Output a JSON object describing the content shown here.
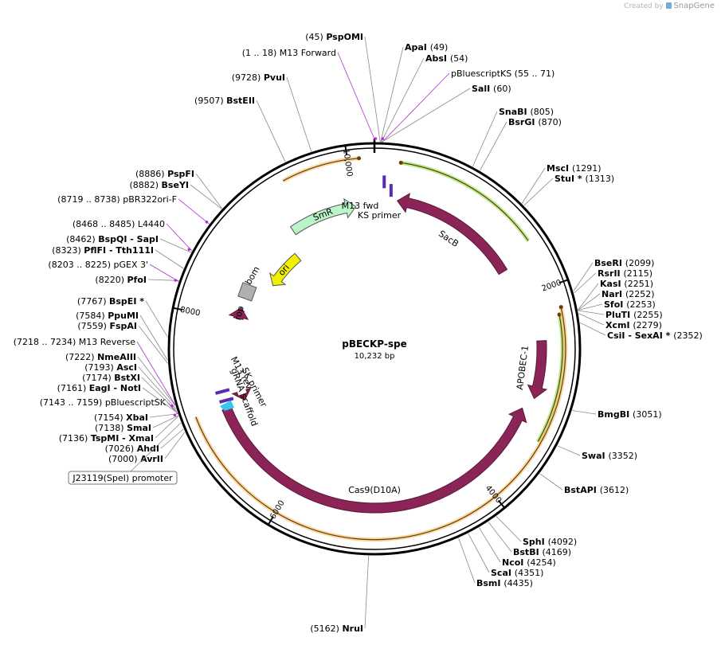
{
  "credit": {
    "prefix": "Created by",
    "brand": "SnapGene"
  },
  "plasmid": {
    "name": "pBECKP-spe",
    "size_label": "10,232 bp",
    "length_bp": 10232
  },
  "colors": {
    "backbone": "#000000",
    "feature_dark": "#8b2557",
    "smr": "#b9f5c8",
    "ori": "#f0f000",
    "bom": "#b0b0b0",
    "primer": "#b030d0",
    "orange_guide": "#f0b75a",
    "green_guide": "#7ddc3a",
    "cyan": "#33c8f0"
  },
  "ticks": [
    {
      "bp": 2000,
      "label": "2000"
    },
    {
      "bp": 4000,
      "label": "4000"
    },
    {
      "bp": 6000,
      "label": "6000"
    },
    {
      "bp": 8000,
      "label": "8000"
    },
    {
      "bp": 10000,
      "label": "10,000"
    }
  ],
  "features": [
    {
      "name": "SacB",
      "start": 250,
      "end": 1680,
      "dir": "ccw",
      "color": "dark",
      "label": "SacB"
    },
    {
      "name": "APOBEC-1",
      "start": 2480,
      "end": 3050,
      "dir": "cw",
      "color": "dark",
      "label": "APOBEC-1"
    },
    {
      "name": "Cas9(D10A)",
      "start": 3180,
      "end": 7050,
      "dir": "ccw",
      "color": "dark",
      "label": "Cas9(D10A)"
    },
    {
      "name": "gRNA scaffold",
      "start": 7060,
      "end": 7130,
      "dir": "ccw",
      "color": "dark",
      "label": "gRNA scaffold"
    },
    {
      "name": "rop",
      "start": 8030,
      "end": 8160,
      "dir": "cw",
      "color": "dark",
      "label": "rop"
    },
    {
      "name": "bom",
      "start": 8300,
      "end": 8420,
      "dir": "none",
      "color": "bom",
      "label": "bom"
    },
    {
      "name": "ori",
      "start": 8580,
      "end": 9100,
      "dir": "ccw",
      "color": "ori",
      "label": "ori"
    },
    {
      "name": "SmR",
      "start": 9250,
      "end": 10020,
      "dir": "cw",
      "color": "smr",
      "label": "SmR"
    }
  ],
  "guides": [
    {
      "start": 9420,
      "end": 10100,
      "dir": "cw",
      "color": "orange"
    },
    {
      "start": 230,
      "end": 1560,
      "dir": "ccw",
      "color": "green"
    },
    {
      "start": 2260,
      "end": 3400,
      "dir": "ccw",
      "color": "green"
    },
    {
      "start": 2200,
      "end": 7080,
      "dir": "ccw",
      "color": "orange"
    }
  ],
  "primer_labels": [
    "M13 fwd",
    "KS primer",
    "SK primer",
    "M13 rev"
  ],
  "sites": [
    {
      "name": "PspOMI",
      "pos": "(45)",
      "bp": 45,
      "side": "top",
      "pre": "(45)",
      "suf": "",
      "color": "black",
      "star": ""
    },
    {
      "name": "ApaI",
      "pos": "(49)",
      "bp": 49,
      "color": "black",
      "star": ""
    },
    {
      "name": "AbsI",
      "pos": "(54)",
      "bp": 54,
      "color": "black",
      "star": ""
    },
    {
      "name": "pBluescriptKS",
      "pos": "(55 .. 71)",
      "bp": 63,
      "color": "primer",
      "star": ""
    },
    {
      "name": "SalI",
      "pos": "(60)",
      "bp": 60,
      "color": "black",
      "star": ""
    },
    {
      "name": "SnaBI",
      "pos": "(805)",
      "bp": 805,
      "color": "black",
      "star": ""
    },
    {
      "name": "BsrGI",
      "pos": "(870)",
      "bp": 870,
      "color": "black",
      "star": ""
    },
    {
      "name": "MscI",
      "pos": "(1291)",
      "bp": 1291,
      "color": "black",
      "star": ""
    },
    {
      "name": "StuI",
      "pos": "(1313)",
      "bp": 1313,
      "color": "black",
      "star": "*"
    },
    {
      "name": "BseRI",
      "pos": "(2099)",
      "bp": 2099,
      "color": "black",
      "star": ""
    },
    {
      "name": "RsrII",
      "pos": "(2115)",
      "bp": 2115,
      "color": "black",
      "star": ""
    },
    {
      "name": "KasI",
      "pos": "(2251)",
      "bp": 2251,
      "color": "black",
      "star": ""
    },
    {
      "name": "NarI",
      "pos": "(2252)",
      "bp": 2252,
      "color": "black",
      "star": ""
    },
    {
      "name": "SfoI",
      "pos": "(2253)",
      "bp": 2253,
      "color": "black",
      "star": ""
    },
    {
      "name": "PluTI",
      "pos": "(2255)",
      "bp": 2255,
      "color": "black",
      "star": ""
    },
    {
      "name": "XcmI",
      "pos": "(2279)",
      "bp": 2279,
      "color": "black",
      "star": ""
    },
    {
      "name": "CsiI - SexAI",
      "pos": "(2352)",
      "bp": 2352,
      "color": "black",
      "star": "*"
    },
    {
      "name": "BmgBI",
      "pos": "(3051)",
      "bp": 3051,
      "color": "black",
      "star": ""
    },
    {
      "name": "SwaI",
      "pos": "(3352)",
      "bp": 3352,
      "color": "black",
      "star": ""
    },
    {
      "name": "BstAPI",
      "pos": "(3612)",
      "bp": 3612,
      "color": "black",
      "star": ""
    },
    {
      "name": "SphI",
      "pos": "(4092)",
      "bp": 4092,
      "color": "black",
      "star": ""
    },
    {
      "name": "BstBI",
      "pos": "(4169)",
      "bp": 4169,
      "color": "black",
      "star": ""
    },
    {
      "name": "NcoI",
      "pos": "(4254)",
      "bp": 4254,
      "color": "black",
      "star": ""
    },
    {
      "name": "ScaI",
      "pos": "(4351)",
      "bp": 4351,
      "color": "black",
      "star": ""
    },
    {
      "name": "BsmI",
      "pos": "(4435)",
      "bp": 4435,
      "color": "black",
      "star": ""
    },
    {
      "name": "NruI",
      "pos": "(5162)",
      "bp": 5162,
      "color": "black",
      "star": ""
    },
    {
      "name": "AvrII",
      "pos": "(7000)",
      "bp": 7000,
      "color": "black",
      "star": ""
    },
    {
      "name": "AhdI",
      "pos": "(7026)",
      "bp": 7026,
      "color": "black",
      "star": ""
    },
    {
      "name": "TspMI - XmaI",
      "pos": "(7136)",
      "bp": 7136,
      "color": "black",
      "star": ""
    },
    {
      "name": "SmaI",
      "pos": "(7138)",
      "bp": 7138,
      "color": "black",
      "star": ""
    },
    {
      "name": "XbaI",
      "pos": "(7154)",
      "bp": 7154,
      "color": "black",
      "star": ""
    },
    {
      "name": "pBluescriptSK",
      "pos": "(7143 .. 7159)",
      "bp": 7151,
      "color": "primer",
      "star": ""
    },
    {
      "name": "EagI - NotI",
      "pos": "(7161)",
      "bp": 7161,
      "color": "black",
      "star": ""
    },
    {
      "name": "BstXI",
      "pos": "(7174)",
      "bp": 7174,
      "color": "black",
      "star": ""
    },
    {
      "name": "AscI",
      "pos": "(7193)",
      "bp": 7193,
      "color": "black",
      "star": ""
    },
    {
      "name": "NmeAIII",
      "pos": "(7222)",
      "bp": 7222,
      "color": "black",
      "star": ""
    },
    {
      "name": "M13 Reverse",
      "pos": "(7218 .. 7234)",
      "bp": 7226,
      "color": "primer",
      "star": ""
    },
    {
      "name": "FspAI",
      "pos": "(7559)",
      "bp": 7559,
      "color": "black",
      "star": ""
    },
    {
      "name": "PpuMI",
      "pos": "(7584)",
      "bp": 7584,
      "color": "black",
      "star": ""
    },
    {
      "name": "BspEI",
      "pos": "(7767)",
      "bp": 7767,
      "color": "black",
      "star": "*"
    },
    {
      "name": "PfoI",
      "pos": "(8220)",
      "bp": 8220,
      "color": "black",
      "star": ""
    },
    {
      "name": "pGEX 3'",
      "pos": "(8203 .. 8225)",
      "bp": 8214,
      "color": "primer",
      "star": ""
    },
    {
      "name": "PflFI - Tth111I",
      "pos": "(8323)",
      "bp": 8323,
      "color": "black",
      "star": ""
    },
    {
      "name": "BspQI - SapI",
      "pos": "(8462)",
      "bp": 8462,
      "color": "black",
      "star": ""
    },
    {
      "name": "L4440",
      "pos": "(8468 .. 8485)",
      "bp": 8476,
      "color": "primer",
      "star": ""
    },
    {
      "name": "pBR322ori-F",
      "pos": "(8719 .. 8738)",
      "bp": 8728,
      "color": "primer",
      "star": ""
    },
    {
      "name": "BseYI",
      "pos": "(8882)",
      "bp": 8882,
      "color": "black",
      "star": ""
    },
    {
      "name": "PspFI",
      "pos": "(8886)",
      "bp": 8886,
      "color": "black",
      "star": ""
    },
    {
      "name": "BstEII",
      "pos": "(9507)",
      "bp": 9507,
      "color": "black",
      "star": ""
    },
    {
      "name": "PvuI",
      "pos": "(9728)",
      "bp": 9728,
      "color": "black",
      "star": ""
    },
    {
      "name": "M13 Forward",
      "pos": "(1 .. 18)",
      "bp": 9,
      "color": "primer",
      "star": ""
    }
  ],
  "boxed_label": "J23119(SpeI) promoter"
}
